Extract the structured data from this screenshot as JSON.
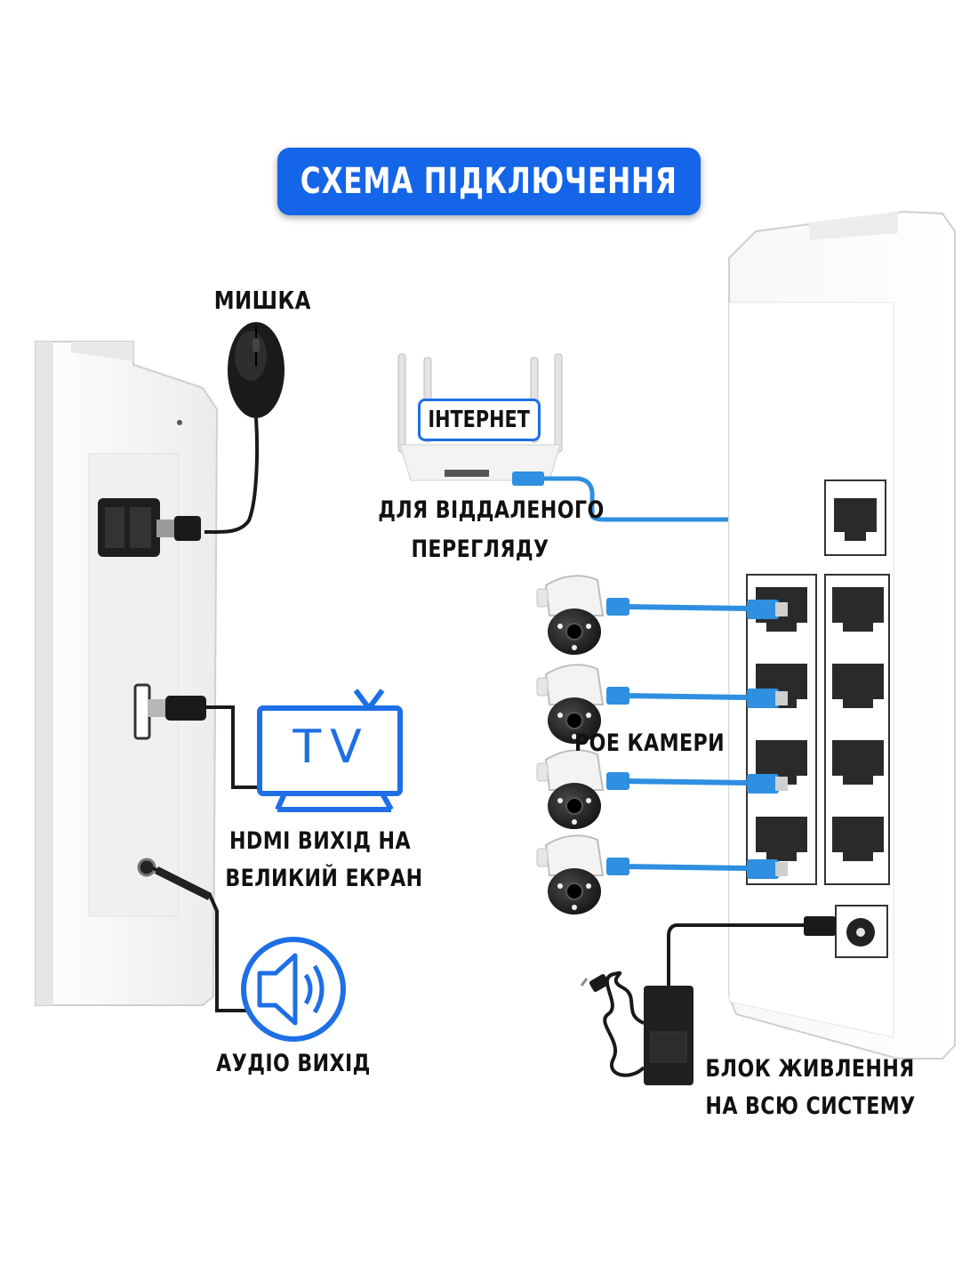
{
  "title": "СХЕМА ПІДКЛЮЧЕННЯ",
  "labels": {
    "mouse": "МИШКА",
    "internet": "ІНТЕРНЕТ",
    "remote_line1": "ДЛЯ ВІДДАЛЕНОГО",
    "remote_line2": "ПЕРЕГЛЯДУ",
    "poe_cameras": "POE КАМЕРИ",
    "hdmi_line1": "HDMI ВИХІД НА",
    "hdmi_line2": "ВЕЛИКИЙ ЕКРАН",
    "tv": "TV",
    "audio": "АУДІО ВИХІД",
    "power_line1": "БЛОК ЖИВЛЕННЯ",
    "power_line2": "НА ВСЮ СИСТЕМУ"
  },
  "colors": {
    "accent": "#1e6fe6",
    "title_bg": "#1565e8",
    "cable_blue": "#2f8fe0",
    "cable_black": "#1a1a1a",
    "device_body": "#f4f4f4",
    "device_edge": "#d6d6d6"
  },
  "icons": [
    "mouse-icon",
    "router-icon",
    "tv-icon",
    "speaker-icon",
    "poe-camera-icon",
    "power-adapter-icon",
    "ethernet-port-icon",
    "usb-port-icon",
    "hdmi-port-icon"
  ]
}
